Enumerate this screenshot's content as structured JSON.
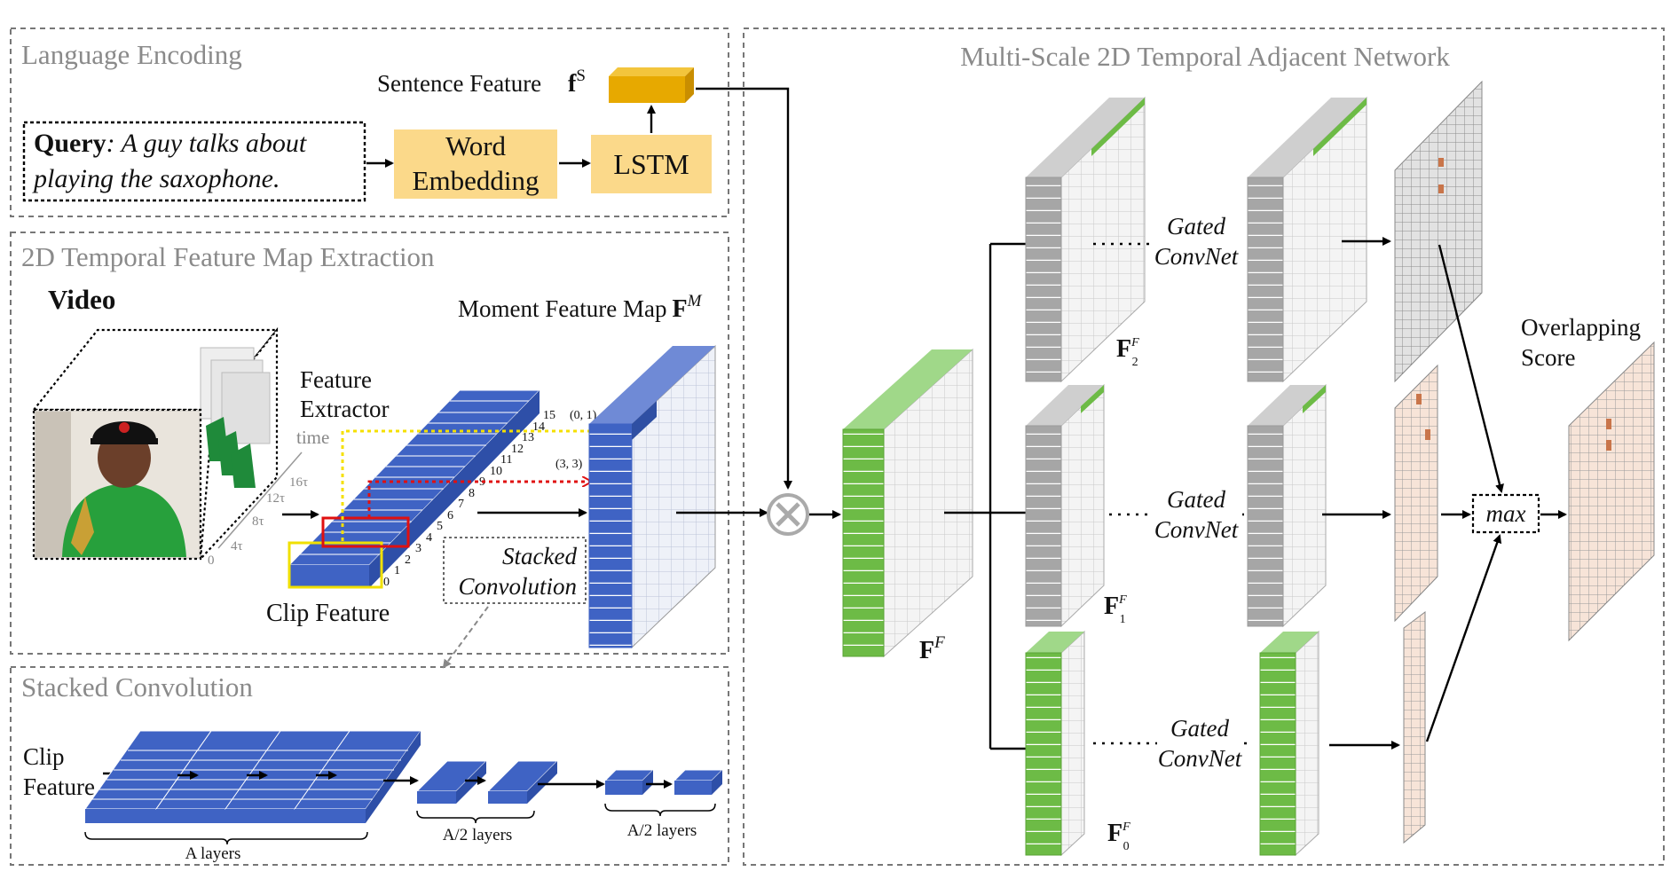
{
  "colors": {
    "blue": "#3f63c4",
    "blue_light": "#a9b9e6",
    "green": "#6dbb46",
    "gray": "#a6a6a6",
    "gray_light": "#d6d6d6",
    "yellow_box": "#fbd98a",
    "lstm_bar": "#e7a900",
    "score_cell": "#c9754a",
    "score_light": "#f2d9c9",
    "yellow_dotted": "#f5e000",
    "red_dotted": "#e01010",
    "panel_title": "#8a8a8a"
  },
  "language_encoding": {
    "title": "Language Encoding",
    "query_label": "Query",
    "query_text_1": ": A guy talks about",
    "query_text_2": "playing the saxophone.",
    "word_embedding_1": "Word",
    "word_embedding_2": "Embedding",
    "lstm": "LSTM",
    "sentence_feature": "Sentence Feature",
    "sentence_symbol": "f",
    "sentence_sup": "S"
  },
  "feature_map_extraction": {
    "title": "2D Temporal Feature Map Extraction",
    "video": "Video",
    "feature_extractor_1": "Feature",
    "feature_extractor_2": "Extractor",
    "time": "time",
    "time_ticks": [
      "16τ",
      "12τ",
      "8τ",
      "4τ",
      "0"
    ],
    "clip_feature": "Clip Feature",
    "moment_map_label": "Moment Feature Map",
    "moment_symbol": "F",
    "moment_sup": "M",
    "clip_indices": [
      "0",
      "1",
      "2",
      "3",
      "4",
      "5",
      "6",
      "7",
      "8",
      "9",
      "10",
      "11",
      "12",
      "13",
      "14",
      "15"
    ],
    "coord_01": "(0, 1)",
    "coord_33": "(3, 3)",
    "stacked_conv_1": "Stacked",
    "stacked_conv_2": "Convolution"
  },
  "stacked_convolution": {
    "title": "Stacked Convolution",
    "clip_1": "Clip",
    "clip_2": "Feature",
    "a_layers": "A layers",
    "a2_layers_1": "A/2 layers",
    "a2_layers_2": "A/2 layers"
  },
  "network": {
    "title": "Multi-Scale 2D Temporal Adjacent Network",
    "ff_symbol": "F",
    "ff_sup": "F",
    "gated_1": "Gated",
    "gated_2": "ConvNet",
    "f2": "F",
    "f2_sub": "2",
    "f1": "F",
    "f1_sub": "1",
    "f0": "F",
    "f0_sub": "0",
    "level_sup": "F",
    "max": "max",
    "overlap_1": "Overlapping",
    "overlap_2": "Score"
  }
}
